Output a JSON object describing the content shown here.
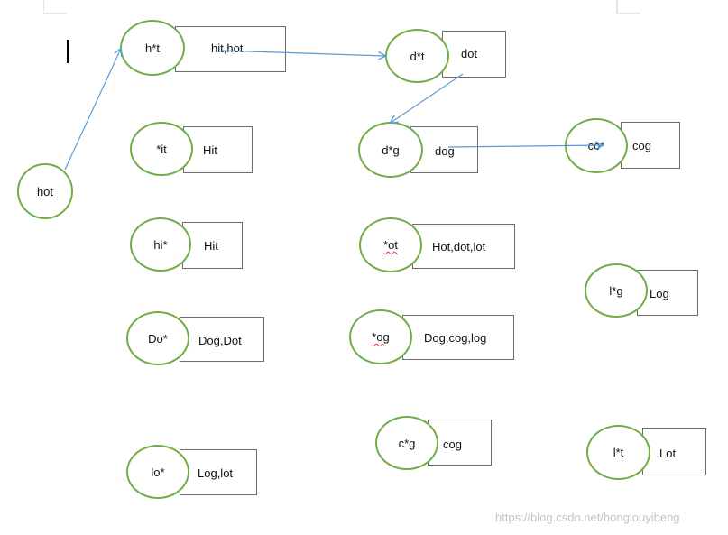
{
  "colors": {
    "node_border": "#70ad47",
    "box_border": "#6b6b6b",
    "edge": "#5b9bd5",
    "watermark": "#c4c4c4"
  },
  "nodes": [
    {
      "id": "hot",
      "label": "hot"
    },
    {
      "id": "h-star-t",
      "label": "h*t",
      "box": "hit,hot"
    },
    {
      "id": "d-star-t",
      "label": "d*t",
      "box": "dot"
    },
    {
      "id": "star-it",
      "label": "*it",
      "box": "Hit"
    },
    {
      "id": "d-star-g",
      "label": "d*g",
      "box": "dog"
    },
    {
      "id": "co-star",
      "label": "co*",
      "box": "cog"
    },
    {
      "id": "hi-star",
      "label": "hi*",
      "box": "Hit"
    },
    {
      "id": "star-ot",
      "label": "*ot",
      "box": "Hot,dot,lot",
      "underline": true
    },
    {
      "id": "l-star-g",
      "label": "l*g",
      "box": "Log"
    },
    {
      "id": "do-star",
      "label": "Do*",
      "box": "Dog,Dot"
    },
    {
      "id": "star-og",
      "label": "*og",
      "box": "Dog,cog,log",
      "underline": true
    },
    {
      "id": "c-star-g",
      "label": "c*g",
      "box": "cog"
    },
    {
      "id": "l-star-t",
      "label": "l*t",
      "box": "Lot"
    },
    {
      "id": "lo-star",
      "label": "lo*",
      "box": "Log,lot"
    }
  ],
  "edges": [
    {
      "from": "hot",
      "to": "h-star-t"
    },
    {
      "from": "h-star-t",
      "to": "d-star-t"
    },
    {
      "from": "d-star-t",
      "to": "d-star-g"
    },
    {
      "from": "d-star-g",
      "to": "co-star"
    }
  ],
  "watermark": "https://blog.csdn.net/honglouyibeng"
}
